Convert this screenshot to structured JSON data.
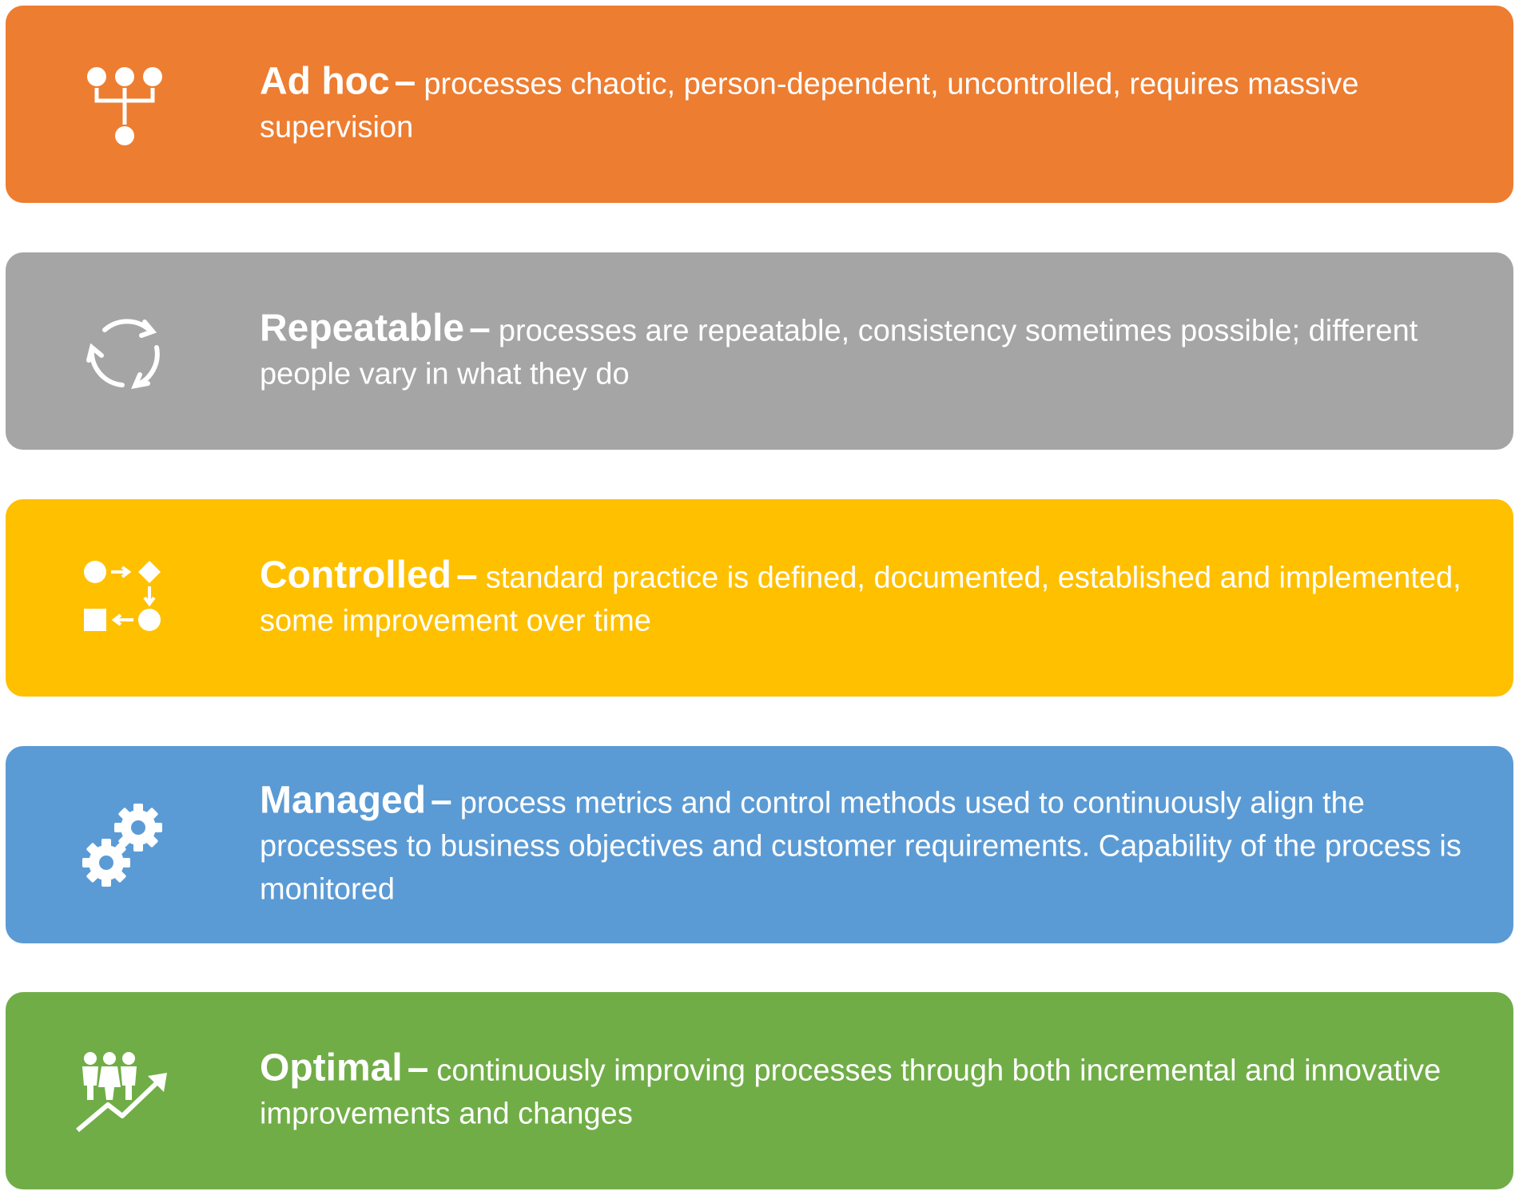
{
  "levels": [
    {
      "name": "Ad hoc",
      "separator": "–",
      "description": "processes chaotic, person-dependent, uncontrolled, requires massive supervision",
      "color": "#ED7D31",
      "icon": "hierarchy-icon"
    },
    {
      "name": "Repeatable",
      "separator": "–",
      "description": "processes are repeatable, consistency sometimes possible; different people vary in what they do",
      "color": "#A5A5A5",
      "icon": "cycle-arrows-icon"
    },
    {
      "name": "Controlled",
      "separator": "–",
      "description": "standard practice is defined, documented, established and implemented, some improvement over time",
      "color": "#FFC000",
      "icon": "process-flow-icon"
    },
    {
      "name": "Managed",
      "separator": "–",
      "description": "process metrics and control methods used to continuously align the processes to business objectives and customer requirements. Capability of the process is monitored",
      "color": "#5B9BD5",
      "icon": "gears-icon"
    },
    {
      "name": "Optimal",
      "separator": "–",
      "description": "continuously improving processes through both incremental and innovative improvements and changes",
      "color": "#70AD47",
      "icon": "team-growth-icon"
    }
  ]
}
